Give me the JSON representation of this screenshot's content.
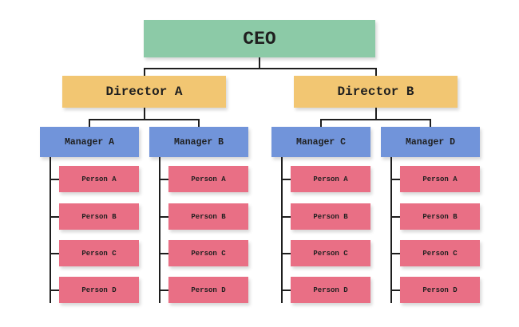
{
  "colors": {
    "background": "#ffffff",
    "ceo_fill": "#8ccaa7",
    "director_fill": "#f2c672",
    "manager_fill": "#7194da",
    "person_fill": "#e96f85",
    "line": "#1e1e1e",
    "text": "#1f1f1f"
  },
  "org": {
    "root": {
      "id": "ceo",
      "label": "CEO"
    },
    "directors": [
      {
        "id": "director-a",
        "label": "Director A",
        "managers": [
          {
            "id": "manager-a",
            "label": "Manager A",
            "persons": [
              "Person A",
              "Person B",
              "Person C",
              "Person D"
            ]
          },
          {
            "id": "manager-b",
            "label": "Manager B",
            "persons": [
              "Person A",
              "Person B",
              "Person C",
              "Person D"
            ]
          }
        ]
      },
      {
        "id": "director-b",
        "label": "Director B",
        "managers": [
          {
            "id": "manager-c",
            "label": "Manager C",
            "persons": [
              "Person A",
              "Person B",
              "Person C",
              "Person D"
            ]
          },
          {
            "id": "manager-d",
            "label": "Manager D",
            "persons": [
              "Person A",
              "Person B",
              "Person C",
              "Person D"
            ]
          }
        ]
      }
    ]
  }
}
